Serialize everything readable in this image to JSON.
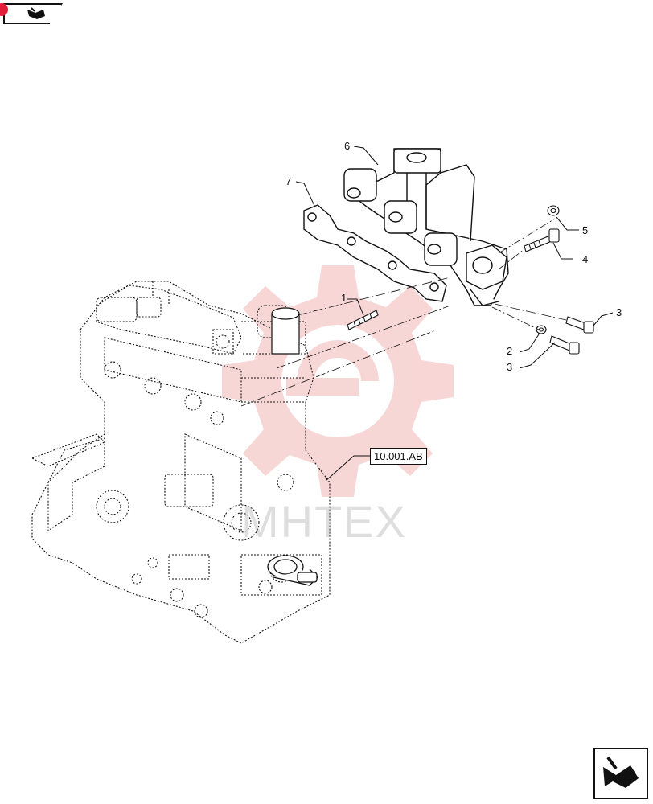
{
  "callouts": {
    "c1": "1",
    "c2": "2",
    "c3a": "3",
    "c3b": "3",
    "c4": "4",
    "c5": "5",
    "c6": "6",
    "c7": "7"
  },
  "reference_label": "10.001.AB",
  "watermark_text": "МНТЕХ",
  "colors": {
    "line": "#111111",
    "watermark_red": "#f2b5b5",
    "accent_dot": "#e0203a"
  },
  "icons": {
    "top": "nav-arrow-icon",
    "bottom": "nav-arrow-icon"
  }
}
